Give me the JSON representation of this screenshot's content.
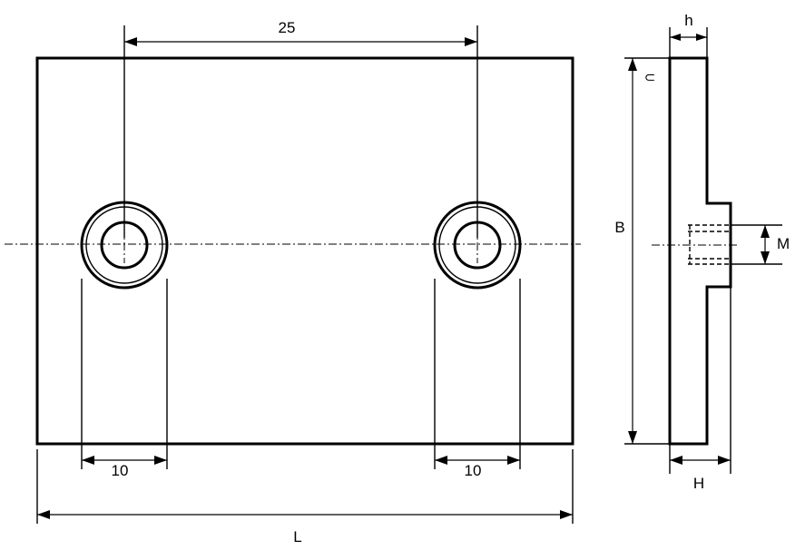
{
  "dimensions": {
    "hole_spacing": "25",
    "left_counterbore_width": "10",
    "right_counterbore_width": "10",
    "length": "L",
    "height_total": "B",
    "thickness_plate": "h",
    "thickness_total": "H",
    "thread": "M"
  },
  "symbols": {
    "surface_symbol": "⊂"
  },
  "colors": {
    "line": "#000000",
    "background": "#ffffff"
  }
}
